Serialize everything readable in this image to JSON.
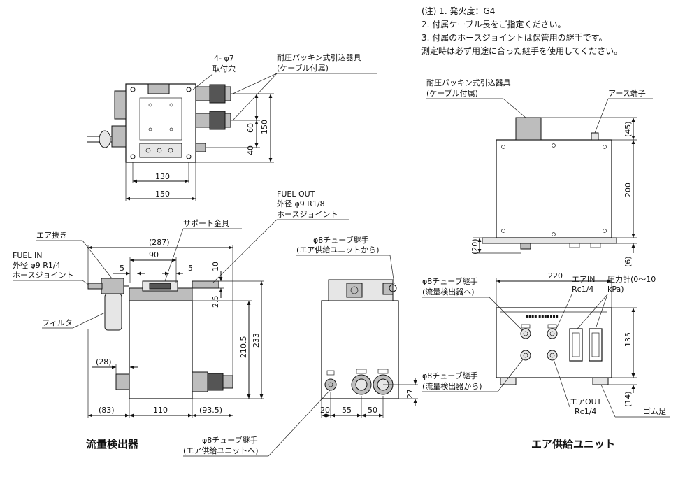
{
  "notes": {
    "line1": "(注) 1. 発火度：G4",
    "line2": "2. 付属ケーブル長をご指定ください。",
    "line3": "3. 付属のホースジョイントは保管用の継手です。",
    "line4": "測定時は必ず用途に合った継手を使用してください。"
  },
  "top_view": {
    "holes_l1": "4- φ7",
    "holes_l2": "取付穴",
    "gland_l1": "耐圧パッキン式引込器具",
    "gland_l2": "(ケーブル付属)",
    "dim_130": "130",
    "dim_150w": "150",
    "dim_150h": "150",
    "dim_60": "60",
    "dim_40": "40"
  },
  "flow_detector": {
    "fuel_out_l1": "FUEL OUT",
    "fuel_out_l2": "外径 φ9 R1/8",
    "fuel_out_l3": "ホースジョイント",
    "support": "サポート金具",
    "air_vent": "エア抜き",
    "fuel_in_l1": "FUEL IN",
    "fuel_in_l2": "外径 φ9 R1/4",
    "fuel_in_l3": "ホースジョイント",
    "filter": "フィルタ",
    "dim_287": "(287)",
    "dim_90": "90",
    "dim_5a": "5",
    "dim_5b": "5",
    "dim_10": "10",
    "dim_25": "2.5",
    "dim_2105": "210.5",
    "dim_233": "233",
    "dim_28": "(28)",
    "dim_83": "(83)",
    "dim_110": "110",
    "dim_935": "(93.5)",
    "title": "流量検出器"
  },
  "side_view": {
    "tube_top_l1": "φ8チューブ継手",
    "tube_top_l2": "(エア供給ユニットから)",
    "tube_bot_l1": "φ8チューブ継手",
    "tube_bot_l2": "(エア供給ユニットへ)",
    "dim_20": "20",
    "dim_55": "55",
    "dim_50": "50",
    "dim_27": "27"
  },
  "air_unit_side": {
    "gland_l1": "耐圧パッキン式引込器具",
    "gland_l2": "(ケーブル付属)",
    "earth": "アース端子",
    "dim_45": "(45)",
    "dim_200": "200",
    "dim_20": "(20)",
    "dim_6": "(6)"
  },
  "air_unit_front": {
    "tube_to_l1": "φ8チューブ継手",
    "tube_to_l2": "(流量検出器へ)",
    "air_in_l1": "エアIN",
    "air_in_l2": "Rc1/4",
    "gauge_l1": "圧力計(0〜10",
    "gauge_l2": "kPa)",
    "tube_from_l1": "φ8チューブ継手",
    "tube_from_l2": "(流量検出器から)",
    "air_out_l1": "エアOUT",
    "air_out_l2": "Rc1/4",
    "feet": "ゴム足",
    "dim_220": "220",
    "dim_135": "135",
    "dim_14": "(14)",
    "title": "エア供給ユニット"
  }
}
